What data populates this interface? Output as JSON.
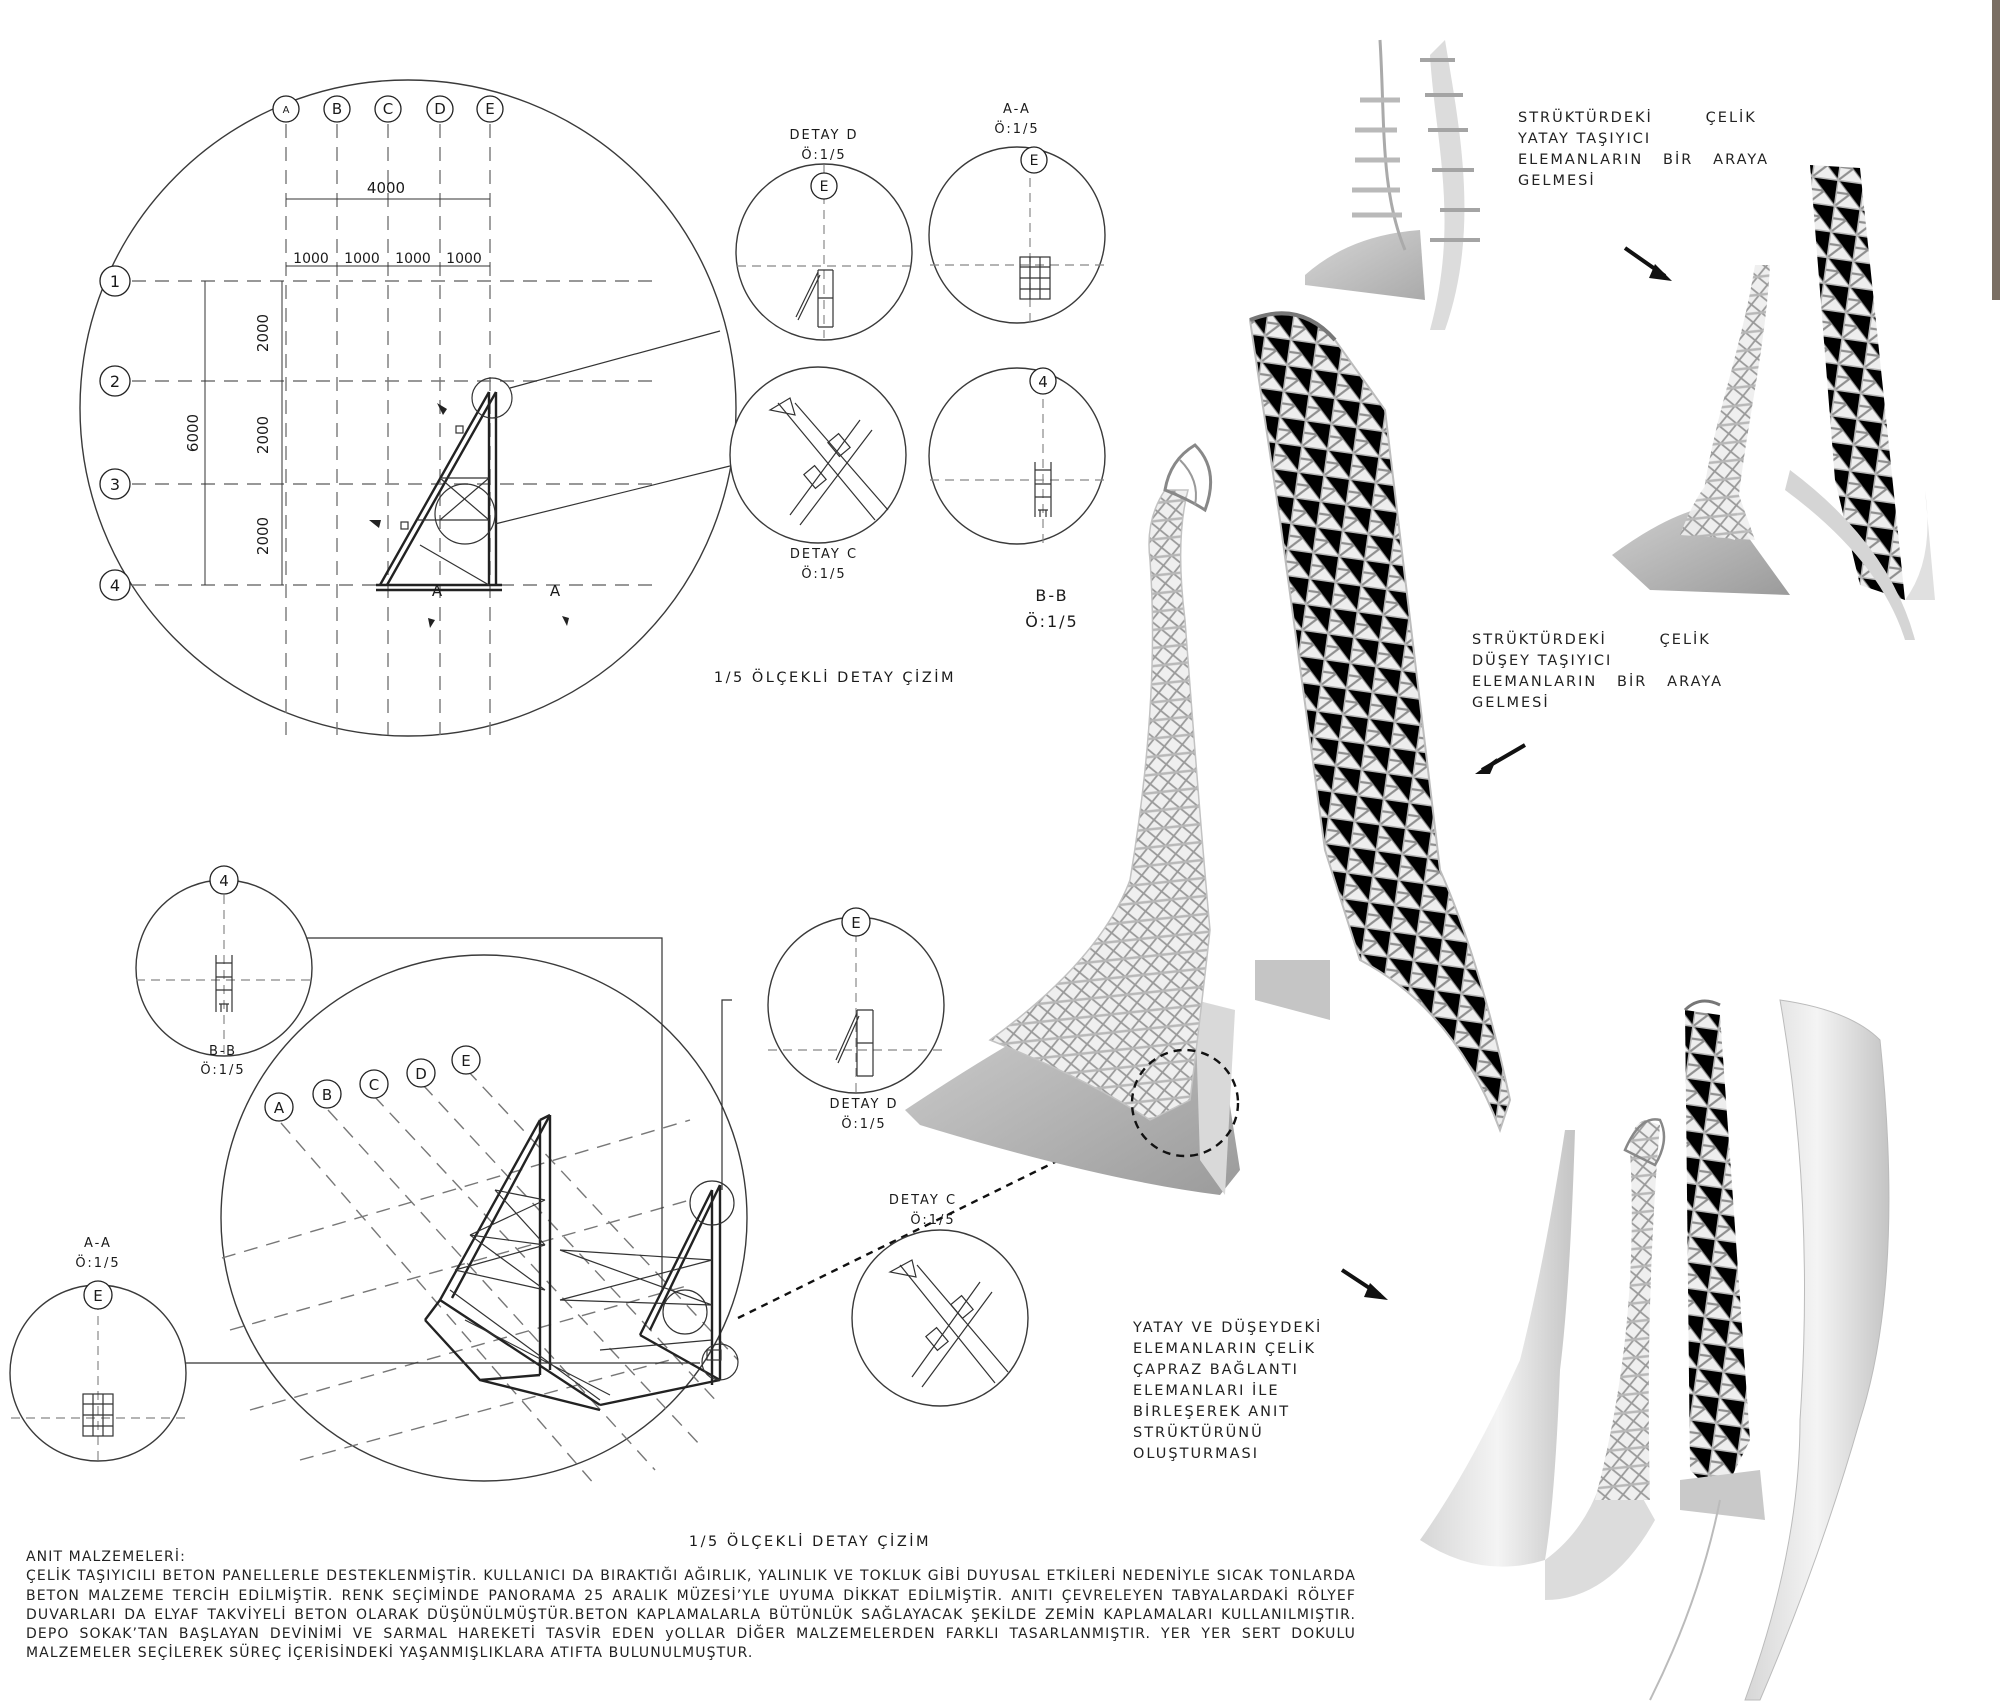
{
  "plan_top": {
    "grid_cols": [
      "A",
      "B",
      "C",
      "D",
      "E"
    ],
    "grid_rows": [
      "1",
      "2",
      "3",
      "4"
    ],
    "dim_total_h": "4000",
    "dims_h": [
      "1000",
      "1000",
      "1000",
      "1000"
    ],
    "dim_total_v": "6000",
    "dims_v": [
      "2000",
      "2000",
      "2000"
    ],
    "section_mark": "A",
    "caption": "1/5 ÖLÇEKLİ  DETAY ÇİZİM"
  },
  "details_top": {
    "detail_d": {
      "title": "DETAY D",
      "scale": "Ö:1/5",
      "bubble": "E"
    },
    "section_aa": {
      "title": "A-A",
      "scale": "Ö:1/5",
      "bubble": "E"
    },
    "detail_c": {
      "title": "DETAY C",
      "scale": "Ö:1/5"
    },
    "section_bb": {
      "title": "B-B",
      "scale": "Ö:1/5",
      "bubble": "4"
    }
  },
  "iso_bottom": {
    "grid_cols": [
      "A",
      "B",
      "C",
      "D",
      "E"
    ],
    "caption": "1/5 ÖLÇEKLİ  DETAY ÇİZİM",
    "section_bb": {
      "title": "B-B",
      "scale": "Ö:1/5",
      "bubble": "4"
    },
    "section_aa": {
      "title": "A-A",
      "scale": "Ö:1/5",
      "bubble": "E"
    },
    "detail_d": {
      "title": "DETAY D",
      "scale": "Ö:1/5",
      "bubble": "E"
    },
    "detail_c": {
      "title": "DETAY C",
      "scale": "Ö:1/5"
    }
  },
  "annotations": {
    "horizontal": [
      "STRÜKTÜRDEKİ        ÇELİK",
      "YATAY TAŞIYICI",
      "ELEMANLARIN   BİR   ARAYA",
      "GELMESİ"
    ],
    "vertical": [
      "STRÜKTÜRDEKİ        ÇELİK",
      "DÜŞEY TAŞIYICI",
      "ELEMANLARIN   BİR   ARAYA",
      "GELMESİ"
    ],
    "combined": [
      "YATAY VE DÜŞEYDEKİ",
      "ELEMANLARIN ÇELİK",
      "ÇAPRAZ BAĞLANTI",
      "ELEMANLARI İLE",
      "BİRLEŞEREK ANIT",
      "STRÜKTÜRÜNÜ",
      "OLUŞTURMASI"
    ]
  },
  "materials": {
    "title": "ANIT MALZEMELERİ:",
    "body": "ÇELİK TAŞIYICILI BETON PANELLERLE DESTEKLENMİŞTİR.  KULLANICI DA BIRAKTIĞI AĞIRLIK, YALINLIK VE TOKLUK GİBİ DUYUSAL  ETKİLERİ NEDENİYLE SICAK TONLARDA BETON MALZEME TERCİH  EDİLMİŞTİR. RENK SEÇİMİNDE PANORAMA 25 ARALIK MÜZESİ’YLE  UYUMA DİKKAT EDİLMİŞTİR. ANITI ÇEVRELEYEN  TABYALARDAKİ RÖLYEF DUVARLARI DA ELYAF TAKVİYELİ BETON OLARAK DÜŞÜNÜLMÜŞTÜR.BETON KAPLAMALARLA BÜTÜNLÜK SAĞLAYACAK ŞEKİLDE ZEMİN  KAPLAMALARI KULLANILMIŞTIR. DEPO SOKAK’TAN BAŞLAYAN DEVİNİMİ  VE SARMAL HAREKETİ TASVİR EDEN yOLLAR DİĞER MALZEMELERDEN FARKLI TASARLANMIŞTIR. YER YER SERT DOKULU MALZEMELER SEÇİLEREK SÜREÇ İÇERİSİNDEKİ YAŞANMIŞLIKLARA ATIFTA BULUNULMUŞTUR."
  },
  "colors": {
    "background": "#ffffff",
    "line": "#222222",
    "render_light": "#e6e6e6",
    "render_mid": "#b9b9b9",
    "render_dark": "#8c8c8c"
  }
}
